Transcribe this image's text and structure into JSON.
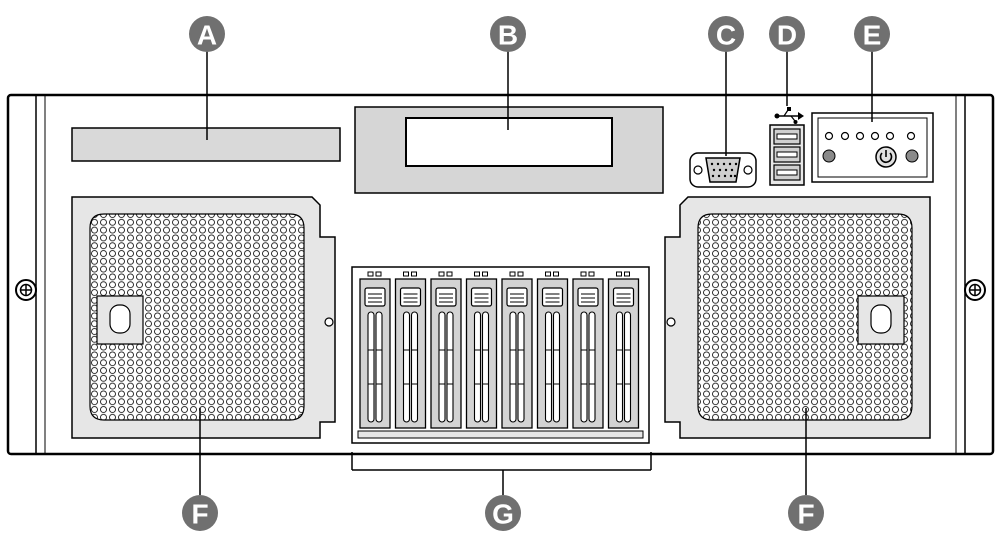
{
  "diagram": {
    "callouts": {
      "a": "A",
      "b": "B",
      "c": "C",
      "d": "D",
      "e": "E",
      "f_left": "F",
      "f_right": "F",
      "g": "G"
    },
    "colors": {
      "callout_fill": "#707070",
      "panel_light": "#e4e4e4",
      "panel_gray": "#d2d2d2",
      "outline": "#000000"
    },
    "icons": [
      "usb-icon",
      "power-icon",
      "screw-icon"
    ]
  }
}
